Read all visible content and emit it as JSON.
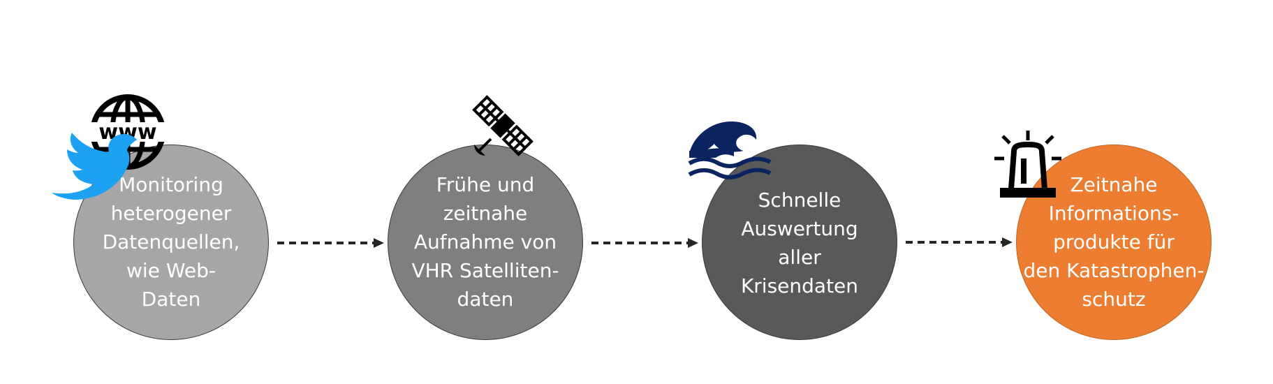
{
  "diagram": {
    "steps": [
      {
        "label": "Monitoring\nheterogener\nDatenquellen,\nwie Web-\nDaten",
        "color": "#a6a6a6",
        "icons": [
          "www-globe-icon",
          "twitter-bird-icon"
        ]
      },
      {
        "label": "Frühe und\nzeitnahe\nAufnahme von\nVHR Satelliten-\ndaten",
        "color": "#7f7f7f",
        "icons": [
          "satellite-icon"
        ]
      },
      {
        "label": "Schnelle\nAuswertung\naller\nKrisendaten",
        "color": "#595959",
        "icons": [
          "wave-icon"
        ]
      },
      {
        "label": "Zeitnahe\nInformations-\nprodukte für\nden Katastrophen-\nschutz",
        "color": "#ed7d31",
        "icons": [
          "siren-icon"
        ]
      }
    ],
    "globe_text": "www",
    "colors": {
      "arrow": "#262626",
      "twitter": "#1da1f2",
      "wave": "#0b2460",
      "icon_dark": "#000000"
    }
  }
}
